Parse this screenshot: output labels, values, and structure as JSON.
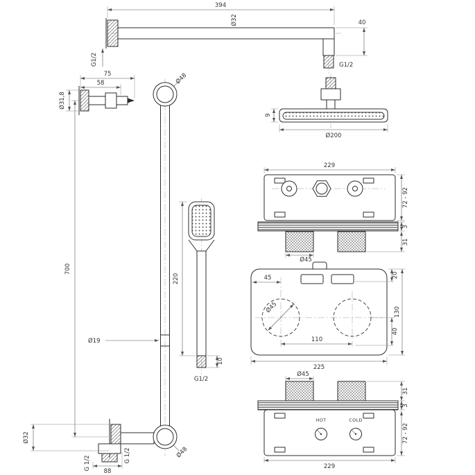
{
  "components": {
    "shower_arm": {
      "length": "394",
      "diameter": "Ø32",
      "drop": "40",
      "wall_thread": "G1/2",
      "end_thread": "G1/2"
    },
    "head_shower": {
      "thickness": "9",
      "diameter": "Ø200"
    },
    "slide_rail": {
      "bracket_depth": "75",
      "bracket_inner": "58",
      "flange_diameter": "Ø31,8",
      "top_cap_diameter": "Ø48",
      "length": "700",
      "rod_diameter": "Ø19",
      "bottom_cap_diameter": "Ø48",
      "bottom_flange_diameter": "Ø32",
      "outlet_thread": "G 1/2",
      "wall_thread": "G 1/2",
      "bottom_offset": "88"
    },
    "hand_shower": {
      "length": "220",
      "thread_length": "10",
      "thread": "G1/2"
    },
    "valve_top_view": {
      "width": "229",
      "depth": "72 - 92",
      "plate_thickness": "3",
      "knob_height": "31",
      "knob_diameter": "Ø45"
    },
    "valve_front_view": {
      "edge_offset": "45",
      "knob_diameter": "Ø45",
      "top_offset": "20",
      "height": "130",
      "bottom_offset": "40",
      "knob_spacing": "110",
      "width": "225"
    },
    "valve_bottom_view": {
      "knob_diameter": "Ø45",
      "knob_height": "31",
      "plate_thickness": "3",
      "hot_label": "HOT",
      "cold_label": "COLD",
      "depth": "72 - 92",
      "width": "229"
    }
  }
}
